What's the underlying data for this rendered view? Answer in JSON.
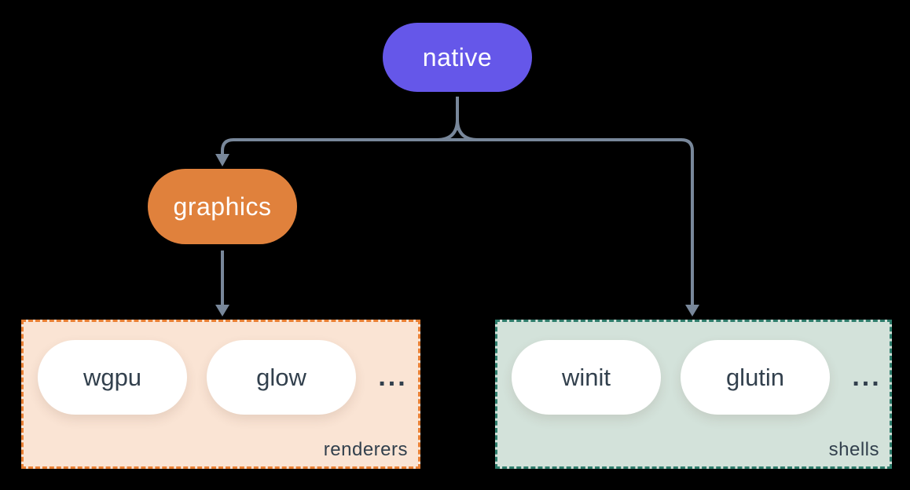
{
  "colors": {
    "background": "#000000",
    "native_fill": "#6557E9",
    "graphics_fill": "#E0813C",
    "connector": "#78879A",
    "renderers_bg": "#FAE4D4",
    "renderers_border": "#E87F33",
    "shells_bg": "#D3E2DA",
    "shells_border": "#2E7D6C",
    "pill_bg": "#FFFFFF",
    "dark_text": "#32404D",
    "light_text": "#FFFFFF"
  },
  "nodes": {
    "native": {
      "label": "native"
    },
    "graphics": {
      "label": "graphics"
    }
  },
  "groups": {
    "renderers": {
      "label": "renderers",
      "items": [
        "wgpu",
        "glow"
      ],
      "more": "..."
    },
    "shells": {
      "label": "shells",
      "items": [
        "winit",
        "glutin"
      ],
      "more": "..."
    }
  }
}
